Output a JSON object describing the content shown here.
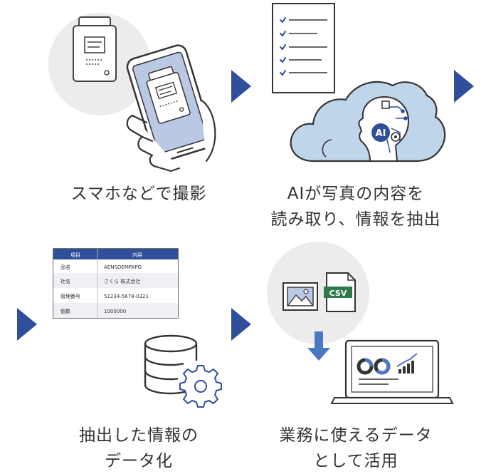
{
  "steps": [
    {
      "caption": [
        "スマホなどで撮影"
      ]
    },
    {
      "caption": [
        "AIが写真の内容を",
        "読み取り、情報を抽出"
      ]
    },
    {
      "caption": [
        "抽出した情報の",
        "データ化"
      ]
    },
    {
      "caption": [
        "業務に使えるデータ",
        "として活用"
      ]
    }
  ],
  "ai_badge": "AI",
  "csv_label": "CSV",
  "table": {
    "headers": [
      "項目",
      "内容"
    ],
    "rows": [
      [
        "品名",
        "AENSOEMPAPG"
      ],
      [
        "社名",
        "さくら 株式会社"
      ],
      [
        "管理番号",
        "51234-5678-0321"
      ],
      [
        "個数",
        "1000000"
      ]
    ]
  },
  "colors": {
    "accent": "#2f4f9a",
    "text": "#333333",
    "circle": "#ececec",
    "cloud": "#bfd5ea"
  }
}
